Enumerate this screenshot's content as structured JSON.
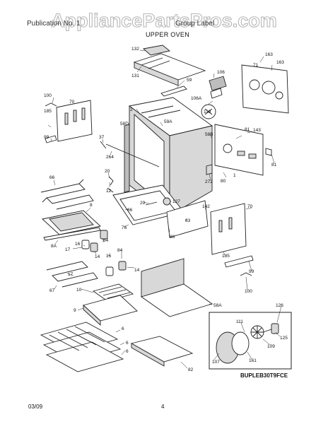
{
  "watermark": {
    "text": "AppliancePartsPros.com",
    "color": "#b7b7b7"
  },
  "header": {
    "left_text": "Publication No. 1",
    "mid_text": "Group Label"
  },
  "section_title": "UPPER OVEN",
  "diagram_code": "BUPLEB30T9FCE",
  "footer": {
    "date": "03/09",
    "page": "4"
  },
  "callouts": {
    "c132": "132",
    "c131": "131",
    "c163a": "163",
    "c163b": "163",
    "c71": "71",
    "c106": "106",
    "c59": "59",
    "c106a": "106A",
    "c119": "119",
    "c81a": "81",
    "c143": "143",
    "c100": "100",
    "c185a": "185",
    "c70a": "70",
    "c2": "2",
    "c58d": "58D",
    "c59a": "59A",
    "c58b": "58B",
    "c99a": "99",
    "c37": "37",
    "c264": "264",
    "c81b": "81",
    "c20": "20",
    "c12": "12",
    "c272": "272",
    "c80": "80",
    "c1": "1",
    "c66": "66",
    "c29": "29",
    "c127": "127",
    "c86a": "86",
    "c142": "142",
    "c8": "8",
    "c76": "76",
    "c83": "83",
    "c70b": "70",
    "c86b": "86",
    "c8a": "8A",
    "c84a": "84",
    "c16": "16",
    "c17a": "17",
    "c14a": "14",
    "c15": "15",
    "c84b": "84",
    "c185b": "185",
    "c67": "67",
    "c17b": "17",
    "c14b": "14",
    "c99b": "99",
    "c10": "10",
    "c100b": "100",
    "c9": "9",
    "c58a": "58A",
    "c6a": "6",
    "c6b": "6",
    "c6c": "6",
    "c82": "82",
    "c126": "126",
    "c111": "111",
    "c125": "125",
    "c109": "109",
    "c161": "161",
    "c107": "107"
  }
}
